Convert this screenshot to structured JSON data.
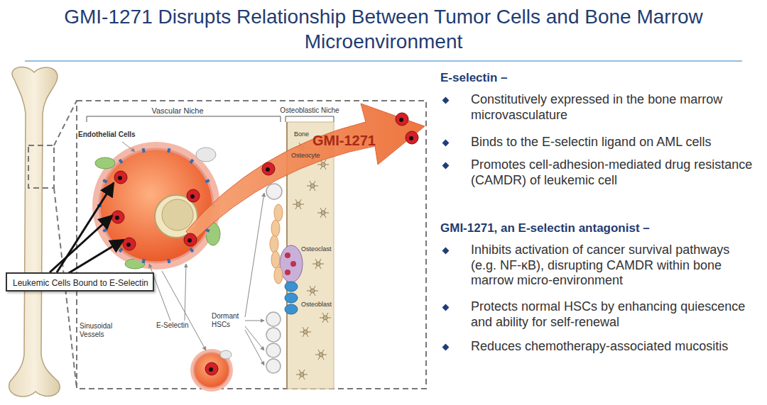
{
  "diagram": {
    "title": "GMI-1271 Disrupts Relationship Between Tumor Cells and Bone Marrow Microenvironment",
    "nodes": [
      {
        "text": [
          "Leukemic Cells Bound to E-Selectin"
        ]
      }
    ],
    "labels": [
      "Vascular Niche",
      "Osteoblastic Niche",
      "Endothelial Cells",
      "Bone",
      "Osteocyte",
      "Osteoclast",
      "Osteoblast",
      "GMI-1271",
      "E-Selectin",
      "Sinusoidal Vessels",
      "Dormant HSCs",
      "E-selectin –",
      "Constitutively expressed in the bone marrow microvasculature",
      "Binds to the E-selectin ligand on AML cells",
      "Promotes cell-adhesion-mediated drug resistance (CAMDR) of leukemic cell",
      "GMI-1271, an E-selectin antagonist –",
      "Inhibits activation of cancer survival pathways (e.g. NF-κB), disrupting CAMDR within bone marrow micro-environment",
      "Protects normal HSCs by enhancing quiescence and ability for self-renewal",
      "Reduces chemotherapy-associated mucositis"
    ]
  }
}
